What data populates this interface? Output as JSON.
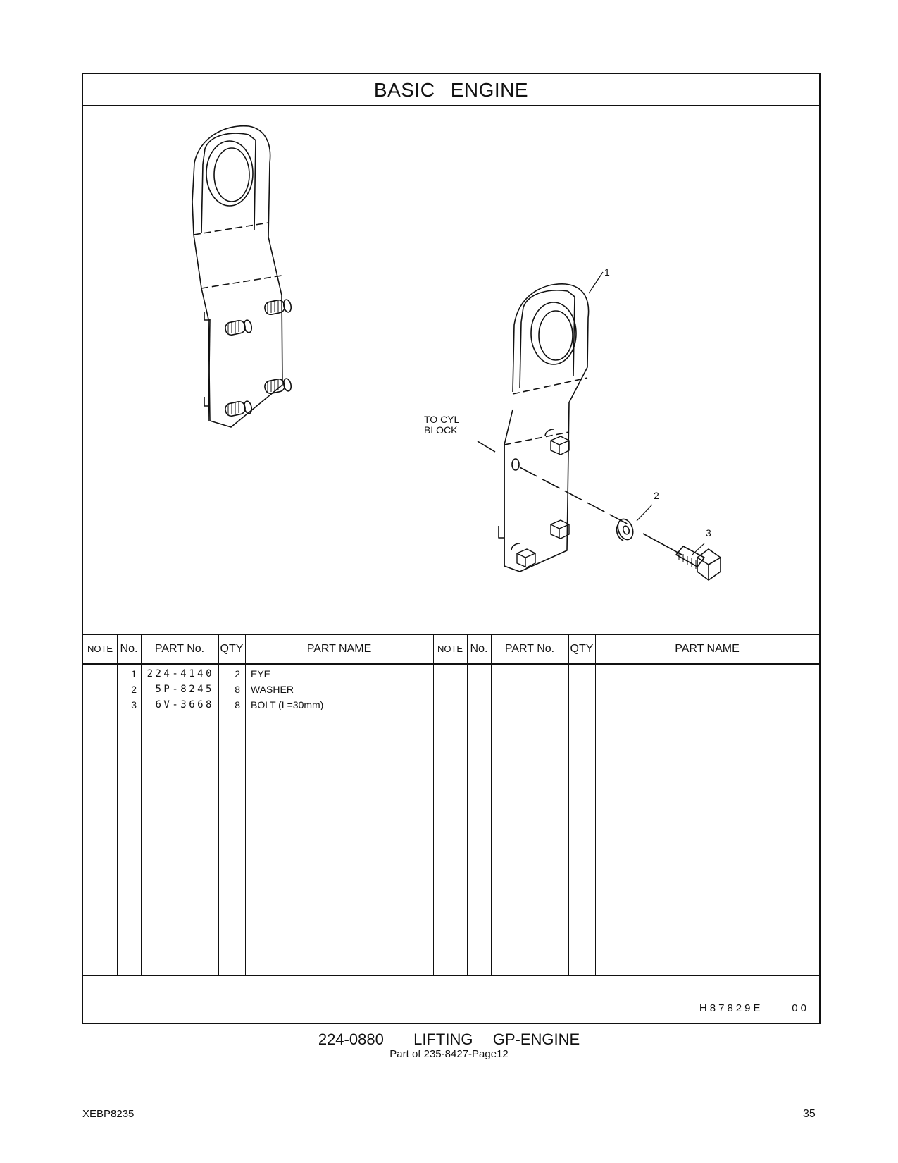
{
  "section_title": "BASIC   ENGINE",
  "drawing": {
    "label_to_cyl_block": [
      "TO  CYL",
      "BLOCK"
    ],
    "callouts": [
      "1",
      "2",
      "3"
    ],
    "drawing_number": "H87829E     00"
  },
  "table": {
    "headers": {
      "note": "NOTE",
      "no": "No.",
      "part_no": "PART No.",
      "qty": "QTY",
      "part_name": "PART NAME"
    },
    "rows": [
      {
        "no": "1",
        "part_no": "224-4140",
        "qty": "2",
        "part_name": "EYE"
      },
      {
        "no": "2",
        "part_no": "5P-8245",
        "qty": "8",
        "part_name": "WASHER"
      },
      {
        "no": "3",
        "part_no": "6V-3668",
        "qty": "8",
        "part_name": "BOLT (L=30mm)"
      }
    ]
  },
  "caption": {
    "title": "224-0880   LIFTING  GP-ENGINE",
    "subtitle": "Part of 235-8427-Page12"
  },
  "footer": {
    "doc_id": "XEBP8235",
    "page_number": "35"
  }
}
